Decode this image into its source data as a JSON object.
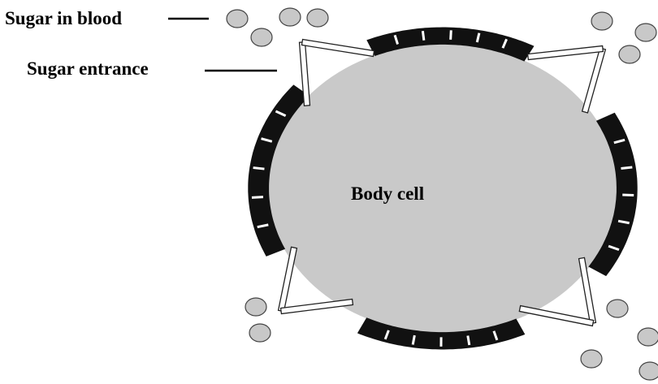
{
  "labels": {
    "sugar_in_blood": "Sugar in blood",
    "sugar_entrance": "Sugar entrance",
    "body_cell": "Body cell"
  },
  "colors": {
    "cell_fill": "#c9c9c9",
    "membrane": "#111111",
    "gap_mark": "#ffffff",
    "channel_fill": "#ffffff",
    "channel_stroke": "#222222",
    "sugar_fill": "#c8c8c8",
    "sugar_stroke": "#444444",
    "leader_line": "#000000"
  },
  "icons": {
    "sugar": "sugar-molecule-icon",
    "channel": "sugar-entrance-channel-icon"
  }
}
